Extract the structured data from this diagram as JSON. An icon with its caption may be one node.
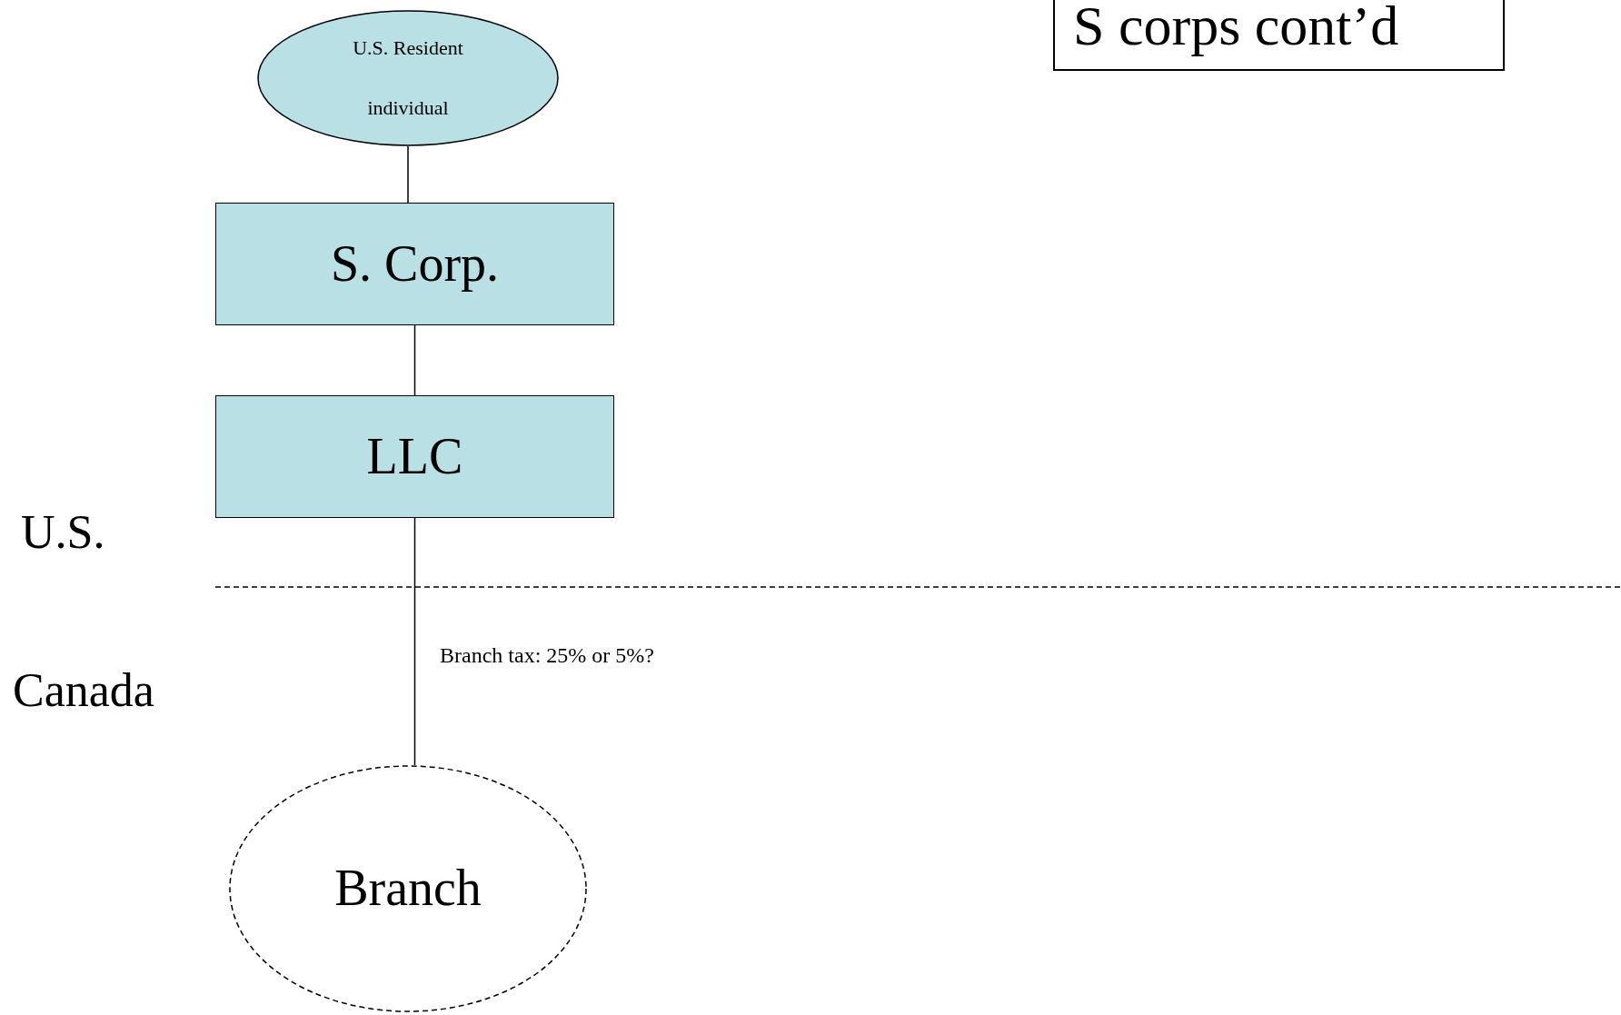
{
  "diagram": {
    "title": "S corps cont’d",
    "nodes": [
      {
        "text": [
          "U.S. Resident individual"
        ]
      },
      {
        "text": [
          "S. Corp."
        ]
      },
      {
        "text": [
          "LLC"
        ]
      },
      {
        "text": [
          "Branch"
        ]
      }
    ],
    "edges": [
      {
        "from": 0,
        "to": 1,
        "arrow": "none"
      },
      {
        "from": 1,
        "to": 2,
        "arrow": "none"
      },
      {
        "from": 2,
        "to": 3,
        "arrow": "none"
      }
    ],
    "labels": [
      "U.S.",
      "Canada",
      "Branch tax: 25% or 5%?"
    ]
  }
}
